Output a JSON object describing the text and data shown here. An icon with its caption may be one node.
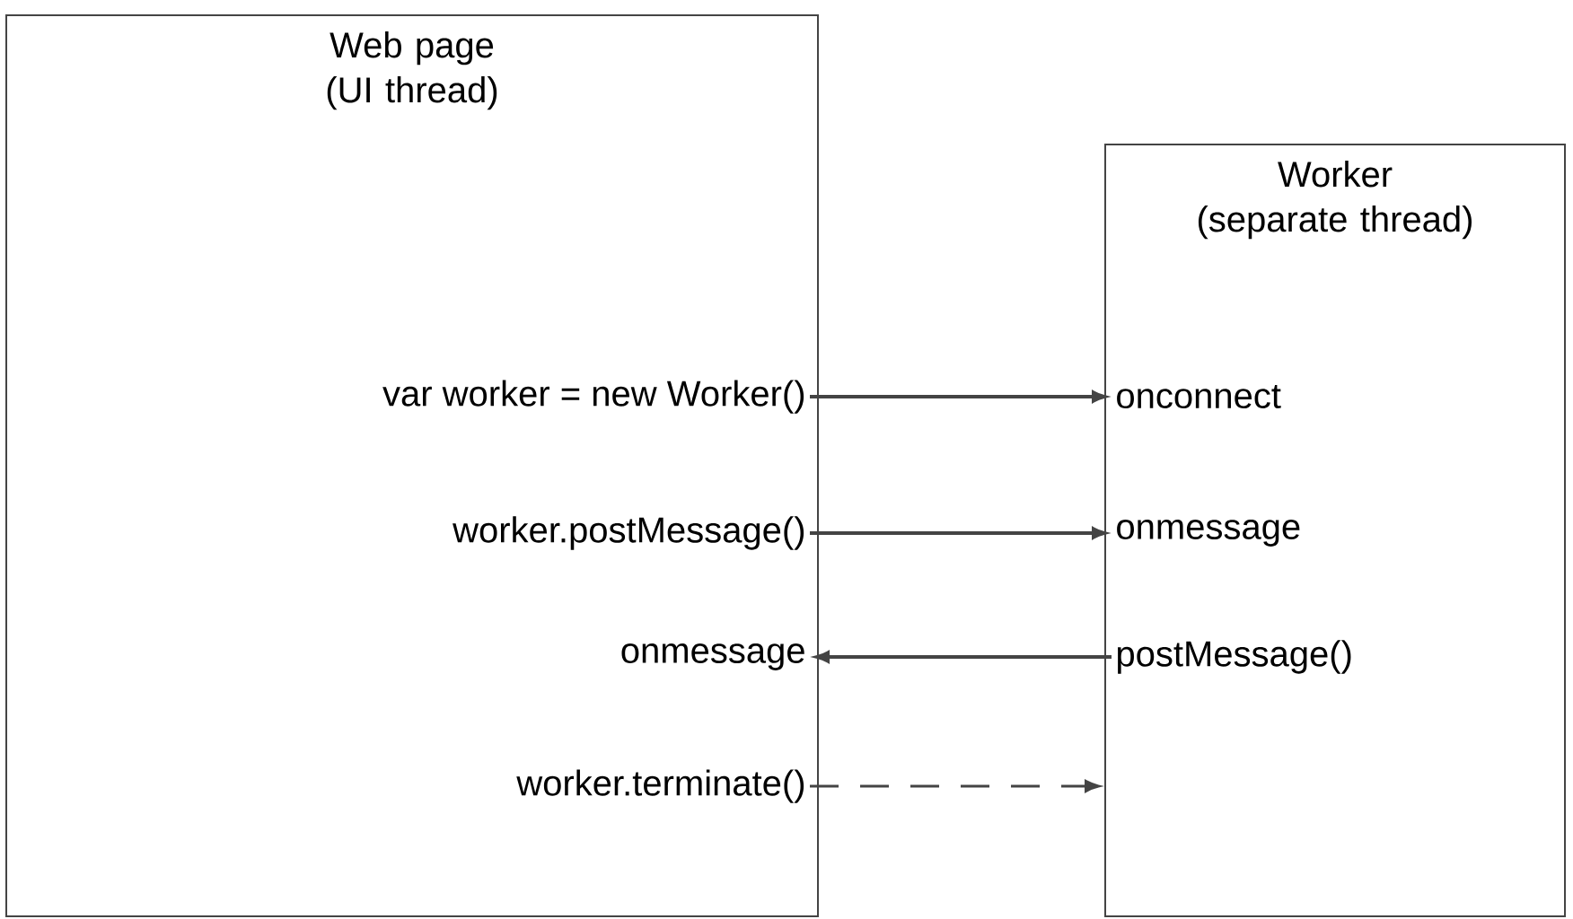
{
  "diagram": {
    "nodes": [
      {
        "text": [
          "Web page (UI thread)"
        ]
      },
      {
        "text": [
          "var worker = new Worker()"
        ],
        "in": 0
      },
      {
        "text": [
          "worker.postMessage()"
        ],
        "in": 0
      },
      {
        "text": [
          "onmessage"
        ],
        "in": 0
      },
      {
        "text": [
          "worker.terminate()"
        ],
        "in": 0
      },
      {
        "text": [
          "Worker (separate thread)"
        ]
      },
      {
        "text": [
          "onconnect"
        ],
        "in": 5
      },
      {
        "text": [
          "onmessage"
        ],
        "in": 5
      },
      {
        "text": [
          "postMessage()"
        ],
        "in": 5
      }
    ],
    "edges": [
      {
        "from": 1,
        "to": 6,
        "arrow": "to"
      },
      {
        "from": 2,
        "to": 7,
        "arrow": "to"
      },
      {
        "from": 8,
        "to": 3,
        "arrow": "to"
      },
      {
        "from": 4,
        "to": 5,
        "arrow": "to",
        "style": "dashed"
      }
    ]
  }
}
